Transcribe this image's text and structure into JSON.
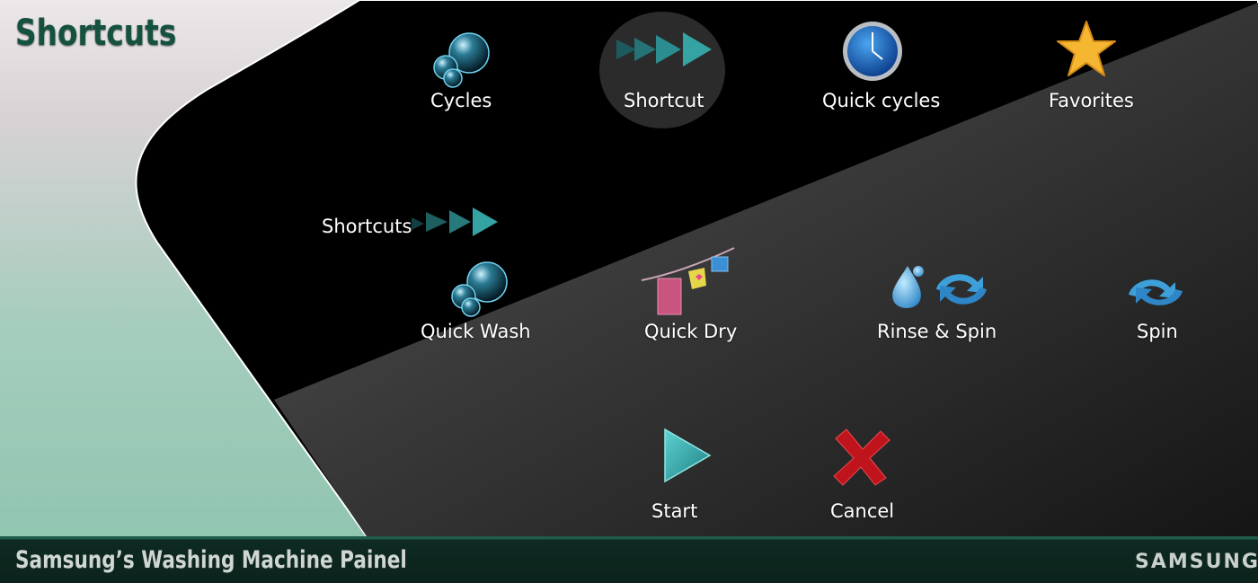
{
  "page": {
    "title": "Shortcuts"
  },
  "menu": {
    "items": [
      {
        "label": "Cycles",
        "icon": "bubbles-icon"
      },
      {
        "label": "Shortcut",
        "icon": "triple-arrow-icon",
        "selected": true
      },
      {
        "label": "Quick cycles",
        "icon": "clock-icon"
      },
      {
        "label": "Favorites",
        "icon": "star-icon"
      }
    ]
  },
  "section": {
    "label": "Shortcuts",
    "icon": "triple-arrow-icon"
  },
  "shortcuts": {
    "items": [
      {
        "label": "Quick Wash",
        "icon": "bubbles-icon"
      },
      {
        "label": "Quick Dry",
        "icon": "clothesline-icon"
      },
      {
        "label": "Rinse & Spin",
        "icon": "droplet-spin-icon"
      },
      {
        "label": "Spin",
        "icon": "spin-icon"
      }
    ]
  },
  "actions": {
    "start_label": "Start",
    "cancel_label": "Cancel"
  },
  "footer": {
    "title": "Samsung’s Washing Machine Painel",
    "brand": "SAMSUNG"
  },
  "colors": {
    "accent_teal": "#2a9a9a",
    "title_green": "#14523f",
    "footer_bg": "#0b231c",
    "cancel_red": "#c0141c",
    "star_gold": "#f5b731",
    "left_panel": "#8cc4ae"
  }
}
